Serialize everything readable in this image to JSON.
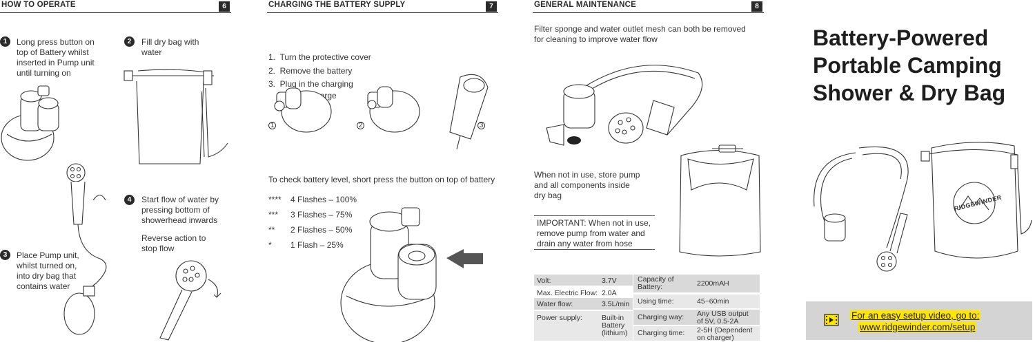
{
  "panel1": {
    "heading": "HOW TO OPERATE",
    "page_number": "6",
    "step1": {
      "num": "1",
      "text": [
        "Long press button on",
        "top of Battery whilst",
        "inserted in Pump unit",
        "until turning on"
      ]
    },
    "step2": {
      "num": "2",
      "text": [
        "Fill dry bag with",
        "water"
      ]
    },
    "step3": {
      "num": "3",
      "text": [
        "Place Pump unit,",
        "whilst turned on,",
        "into dry bag that",
        "contains water"
      ]
    },
    "step4": {
      "num": "4",
      "text": [
        "Start flow of water by",
        "pressing bottom of",
        "showerhead inwards"
      ]
    },
    "step4b": [
      "Reverse action to",
      "stop flow"
    ]
  },
  "panel2": {
    "heading": "CHARGING THE BATTERY SUPPLY",
    "page_number": "7",
    "steps": [
      "1.  Turn the protective cover",
      "2.  Remove the battery",
      "3.  Plug in the charging",
      "     cable to charge"
    ],
    "fig_labels": [
      "1",
      "2",
      "3"
    ],
    "check_text": "To check battery level, short press the button on top of battery",
    "levels": [
      {
        "stars": "****",
        "label": "4 Flashes – 100%"
      },
      {
        "stars": "***",
        "label": "3 Flashes – 75%"
      },
      {
        "stars": "**",
        "label": "2 Flashes – 50%"
      },
      {
        "stars": "*",
        "label": "1 Flash – 25%"
      }
    ]
  },
  "panel3": {
    "heading": "GENERAL MAINTENANCE",
    "page_number": "8",
    "intro": [
      "Filter sponge and water outlet mesh can both be removed",
      "for cleaning to improve water flow"
    ],
    "store": [
      "When not in use, store pump",
      "and all components inside",
      "dry bag"
    ],
    "important": [
      "IMPORTANT: When not in use,",
      "remove pump from water and",
      "drain any water from hose"
    ],
    "specs_left": [
      {
        "k": "Volt:",
        "v": [
          "3.7V"
        ]
      },
      {
        "k": "Max. Electric Flow:",
        "v": [
          "2.0A"
        ]
      },
      {
        "k": "Water flow:",
        "v": [
          "3.5L/min"
        ]
      },
      {
        "k": "Power supply:",
        "v": [
          "Built-in",
          "Battery",
          "(lithium)"
        ]
      }
    ],
    "specs_right": [
      {
        "k": [
          "Capacity of",
          "Battery:"
        ],
        "v": [
          "2200mAH"
        ]
      },
      {
        "k": [
          "Using time:"
        ],
        "v": [
          "45~60min"
        ]
      },
      {
        "k": [
          "Charging way:"
        ],
        "v": [
          "Any USB output",
          "of 5V, 0.5-2A"
        ]
      },
      {
        "k": [
          "Charging time:"
        ],
        "v": [
          "2-5H (Dependent",
          "on charger)"
        ]
      }
    ]
  },
  "panel4": {
    "title": [
      "Battery-Powered",
      "Portable Camping",
      "Shower & Dry Bag"
    ],
    "brand": "RIDGEWINDER",
    "footer_line1": "For an easy setup video, go to:",
    "footer_line2": "www.ridgewinder.com/setup"
  },
  "colors": {
    "ink": "#2a2a2a",
    "spec_bg": "#d9d9d9",
    "footer_bg": "#d4d4d4",
    "highlight": "#ffe600"
  }
}
